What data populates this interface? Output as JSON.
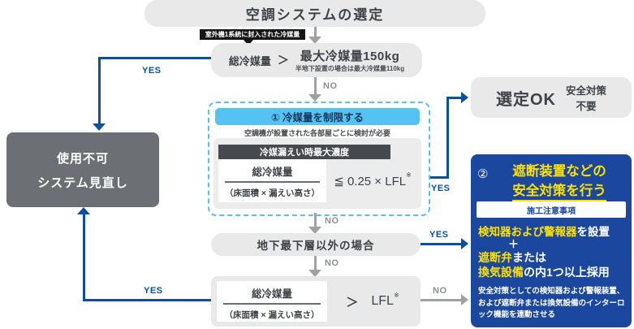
{
  "labels": {
    "yes": "YES",
    "no": "NO"
  },
  "title": "空調システムの選定",
  "tag": "室外機1系統に封入された冷媒量",
  "decision1": {
    "left": "総冷媒量",
    "op": "＞",
    "right": "最大冷媒量150kg",
    "note": "半地下設置の場合は最大冷媒量110kg"
  },
  "unusable": {
    "line1": "使用不可",
    "line2": "システム見直し"
  },
  "step1": {
    "header": "① 冷媒量を制限する",
    "note": "空調機が設置された各部屋ごとに検討が必要",
    "table_title": "冷媒漏えい時最大濃度",
    "numerator": "総冷媒量",
    "denominator": "（床面積 × 漏えい高さ）",
    "condition": "≦ 0.25 × LFL",
    "ref_mark": "※"
  },
  "ok_box": {
    "title": "選定OK",
    "sub_line1": "安全対策",
    "sub_line2": "不要"
  },
  "decision2": {
    "text": "地下最下層以外の場合"
  },
  "decision3": {
    "numerator": "総冷媒量",
    "denominator": "（床面積 × 漏えい高さ）",
    "op": "＞",
    "value": "LFL",
    "ref_mark": "※"
  },
  "step2": {
    "num": "②",
    "title_line1": "遮断装置などの",
    "title_line2": "安全対策を行う",
    "notice_bar": "施工注意事項",
    "item1_highlight": "検知器および警報器",
    "item1_rest": "を設置",
    "plus": "＋",
    "item2_highlight": "遮断弁",
    "item2_rest": "または",
    "item3_highlight": "換気設備",
    "item3_rest": "の内1つ以上採用",
    "note": "安全対策としての検知器および警報装置、および遮断弁または換気設備のインターロック機能を連動させる"
  },
  "colors": {
    "accent_blue": "#0b509e",
    "panel_blue": "#1b489e",
    "highlight_yellow": "#ffe100",
    "light_gray": "#e9e9ea",
    "dark_gray": "#6c6f73",
    "arrow_gray": "#9fa1a3",
    "cyan_header": "#54c3f1"
  }
}
